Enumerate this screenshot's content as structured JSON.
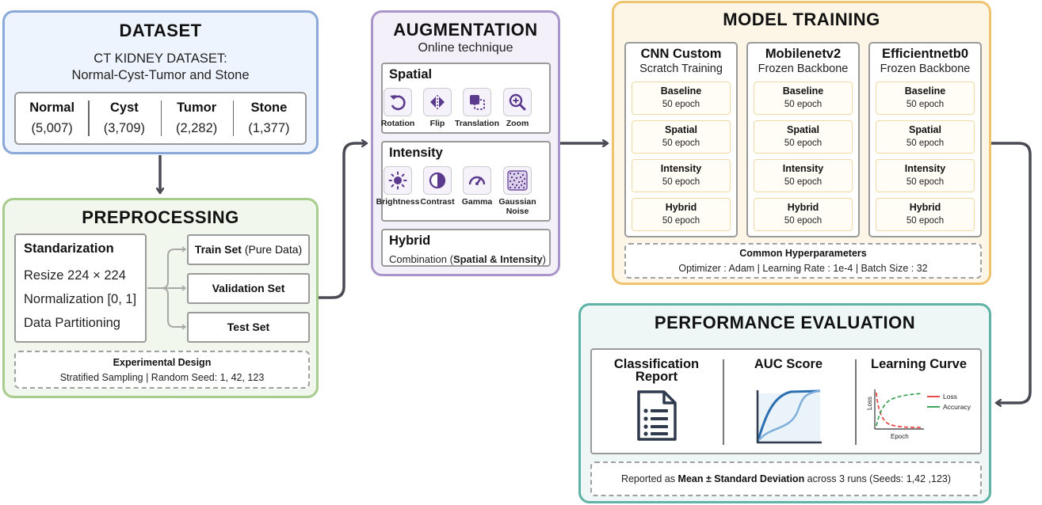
{
  "dataset": {
    "title": "DATASET",
    "subtitle_line1": "CT KIDNEY DATASET:",
    "subtitle_line2": "Normal-Cyst-Tumor and Stone",
    "classes": [
      {
        "name": "Normal",
        "count": "(5,007)"
      },
      {
        "name": "Cyst",
        "count": "(3,709)"
      },
      {
        "name": "Tumor",
        "count": "(2,282)"
      },
      {
        "name": "Stone",
        "count": "(1,377)"
      }
    ]
  },
  "preprocessing": {
    "title": "PREPROCESSING",
    "standardization": {
      "title": "Standarization",
      "steps": [
        "Resize 224 × 224",
        "Normalization [0, 1]",
        "Data Partitioning"
      ]
    },
    "sets": {
      "train_bold": "Train Set",
      "train_rest": " (Pure Data)",
      "validation": "Validation Set",
      "test": "Test Set"
    },
    "experimental_design": {
      "title": "Experimental Design",
      "line": "Stratified Sampling  |  Random Seed: 1, 42, 123"
    }
  },
  "augmentation": {
    "title": "AUGMENTATION",
    "subtitle": "Online technique",
    "spatial": {
      "title": "Spatial",
      "items": [
        {
          "label": "Rotation",
          "icon": "rotation-icon"
        },
        {
          "label": "Flip",
          "icon": "flip-icon"
        },
        {
          "label": "Translation",
          "icon": "translation-icon"
        },
        {
          "label": "Zoom",
          "icon": "zoom-icon"
        }
      ]
    },
    "intensity": {
      "title": "Intensity",
      "items": [
        {
          "label": "Brightness",
          "icon": "brightness-icon"
        },
        {
          "label": "Contrast",
          "icon": "contrast-icon"
        },
        {
          "label": "Gamma",
          "icon": "gamma-icon"
        },
        {
          "label_line1": "Gaussian",
          "label_line2": "Noise",
          "icon": "gaussian-noise-icon"
        }
      ]
    },
    "hybrid": {
      "title": "Hybrid",
      "prefix": "Combination (",
      "bold": "Spatial & Intensity",
      "suffix": ")"
    }
  },
  "model_training": {
    "title": "MODEL TRAINING",
    "models": [
      {
        "name": "CNN Custom",
        "subtitle": "Scratch Training"
      },
      {
        "name": "Mobilenetv2",
        "subtitle": "Frozen Backbone"
      },
      {
        "name": "Efficientnetb0",
        "subtitle": "Frozen Backbone"
      }
    ],
    "experiments": [
      {
        "name": "Baseline",
        "epochs": "50 epoch"
      },
      {
        "name": "Spatial",
        "epochs": "50 epoch"
      },
      {
        "name": "Intensity",
        "epochs": "50 epoch"
      },
      {
        "name": "Hybrid",
        "epochs": "50 epoch"
      }
    ],
    "hyperparameters": {
      "title": "Common Hyperparameters",
      "line": "Optimizer : Adam  |  Learning Rate : 1e-4  |  Batch Size : 32"
    }
  },
  "performance": {
    "title": "PERFORMANCE EVALUATION",
    "metrics": {
      "classification_line1": "Classification",
      "classification_line2": "Report",
      "auc": "AUC Score",
      "learning_curve": "Learning Curve"
    },
    "learning_curve_legend": {
      "loss": "Loss",
      "accuracy": "Accuracy",
      "xlabel": "Epoch",
      "ylabel": "Loss"
    },
    "footer": {
      "prefix": "Reported as ",
      "bold": "Mean ± Standard Deviation",
      "suffix": " across 3 runs (Seeds: 1,42 ,123)"
    }
  },
  "colors": {
    "dataset_border": "#8aa9d8",
    "preprocessing_border": "#a7cc8e",
    "augmentation_border": "#a995c9",
    "training_border": "#efc46e",
    "performance_border": "#5fb3a6",
    "arrow": "#4a4a55",
    "icon_purple": "#5b3a8e",
    "loss_red": "#e53935",
    "accuracy_green": "#2e9d4a"
  }
}
